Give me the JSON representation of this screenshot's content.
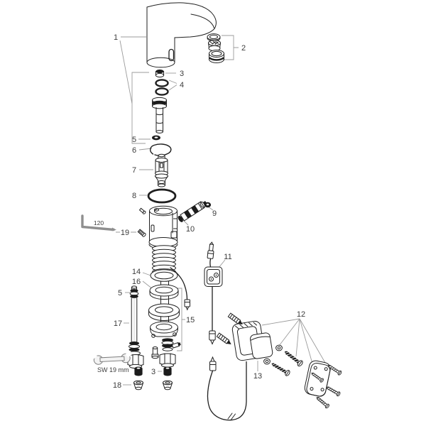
{
  "diagram": {
    "kind": "exploded-parts-diagram",
    "subject": "electronic sensor basin faucet spare parts drawing, parts numbered 1-19",
    "background": "#ffffff",
    "colors": {
      "line": "#1f1f1f",
      "label": "#3c3c3c",
      "pointer": "#9b9b9b"
    },
    "labels": {
      "p1": "1",
      "p2": "2",
      "p3": "3",
      "p4": "4",
      "p5": "5",
      "p6": "6",
      "p7": "7",
      "p8": "8",
      "p9": "9",
      "p10": "10",
      "p11": "11",
      "p12": "12",
      "p13": "13",
      "p14": "14",
      "p15": "15",
      "p16": "16",
      "p17": "17",
      "p18": "18",
      "p19": "19"
    },
    "annotations": {
      "allen_key": "120",
      "wrench": "SW 19 mm"
    },
    "parts": [
      {
        "label": "1",
        "name": "faucet-body-with-riser-assembly"
      },
      {
        "label": "2",
        "name": "aerator-set"
      },
      {
        "label": "3",
        "name": "check-valve-filter"
      },
      {
        "label": "4",
        "name": "o-ring-pair"
      },
      {
        "label": "5",
        "name": "seal-ring"
      },
      {
        "label": "6",
        "name": "snap-ring"
      },
      {
        "label": "7",
        "name": "solenoid-valve-cartridge"
      },
      {
        "label": "8",
        "name": "large-o-ring"
      },
      {
        "label": "9",
        "name": "nut-set"
      },
      {
        "label": "10",
        "name": "mixing-cartridge"
      },
      {
        "label": "11",
        "name": "sensor-electronics-module"
      },
      {
        "label": "12",
        "name": "mounting-hardware-set"
      },
      {
        "label": "13",
        "name": "battery-box"
      },
      {
        "label": "14",
        "name": "base-o-ring"
      },
      {
        "label": "15",
        "name": "fastening-set"
      },
      {
        "label": "16",
        "name": "base-washer"
      },
      {
        "label": "17",
        "name": "supply-hose"
      },
      {
        "label": "18",
        "name": "sealing-cone"
      },
      {
        "label": "19",
        "name": "grub-screw"
      }
    ]
  }
}
